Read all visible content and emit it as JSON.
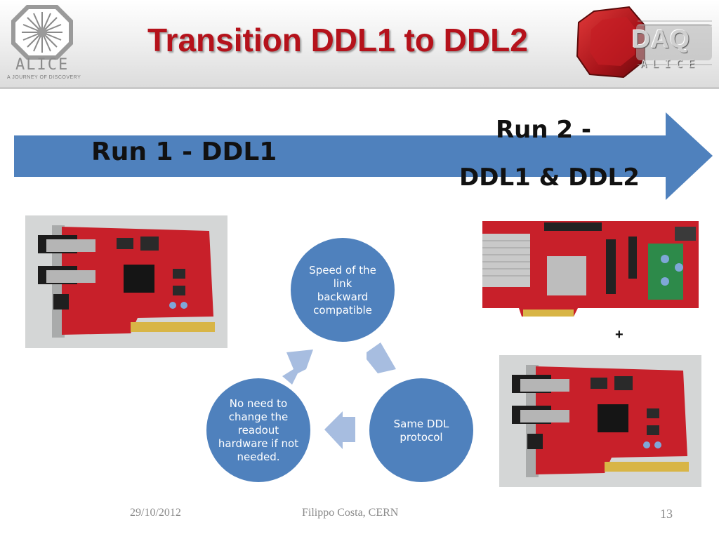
{
  "header": {
    "title": "Transition DDL1 to DDL2",
    "alice_logo_text": "ALICE",
    "alice_tagline": "A JOURNEY OF DISCOVERY",
    "daq_logo_text": "DAQ",
    "daq_logo_sub": "ALICE"
  },
  "timeline": {
    "run1_label": "Run 1 - DDL1",
    "run2_line1": "Run 2 -",
    "run2_line2": "DDL1 & DDL2",
    "arrow_color": "#4f81bd"
  },
  "cycle": {
    "color": "#4f81bd",
    "connector_color": "#a7bde0",
    "nodes": [
      "Speed of the link backward compatible",
      "Same DDL protocol",
      "No need to change the readout hardware if not needed."
    ]
  },
  "images": {
    "left_board": "ddl1-board-photo",
    "right_top_board": "ddl2-virtex6-board-photo",
    "right_bottom_board": "ddl1-board-photo",
    "plus": "+"
  },
  "footer": {
    "date": "29/10/2012",
    "author": "Filippo Costa, CERN",
    "page": "13"
  },
  "colors": {
    "title": "#b5121b",
    "accent": "#4f81bd",
    "board_red": "#c8202a"
  }
}
